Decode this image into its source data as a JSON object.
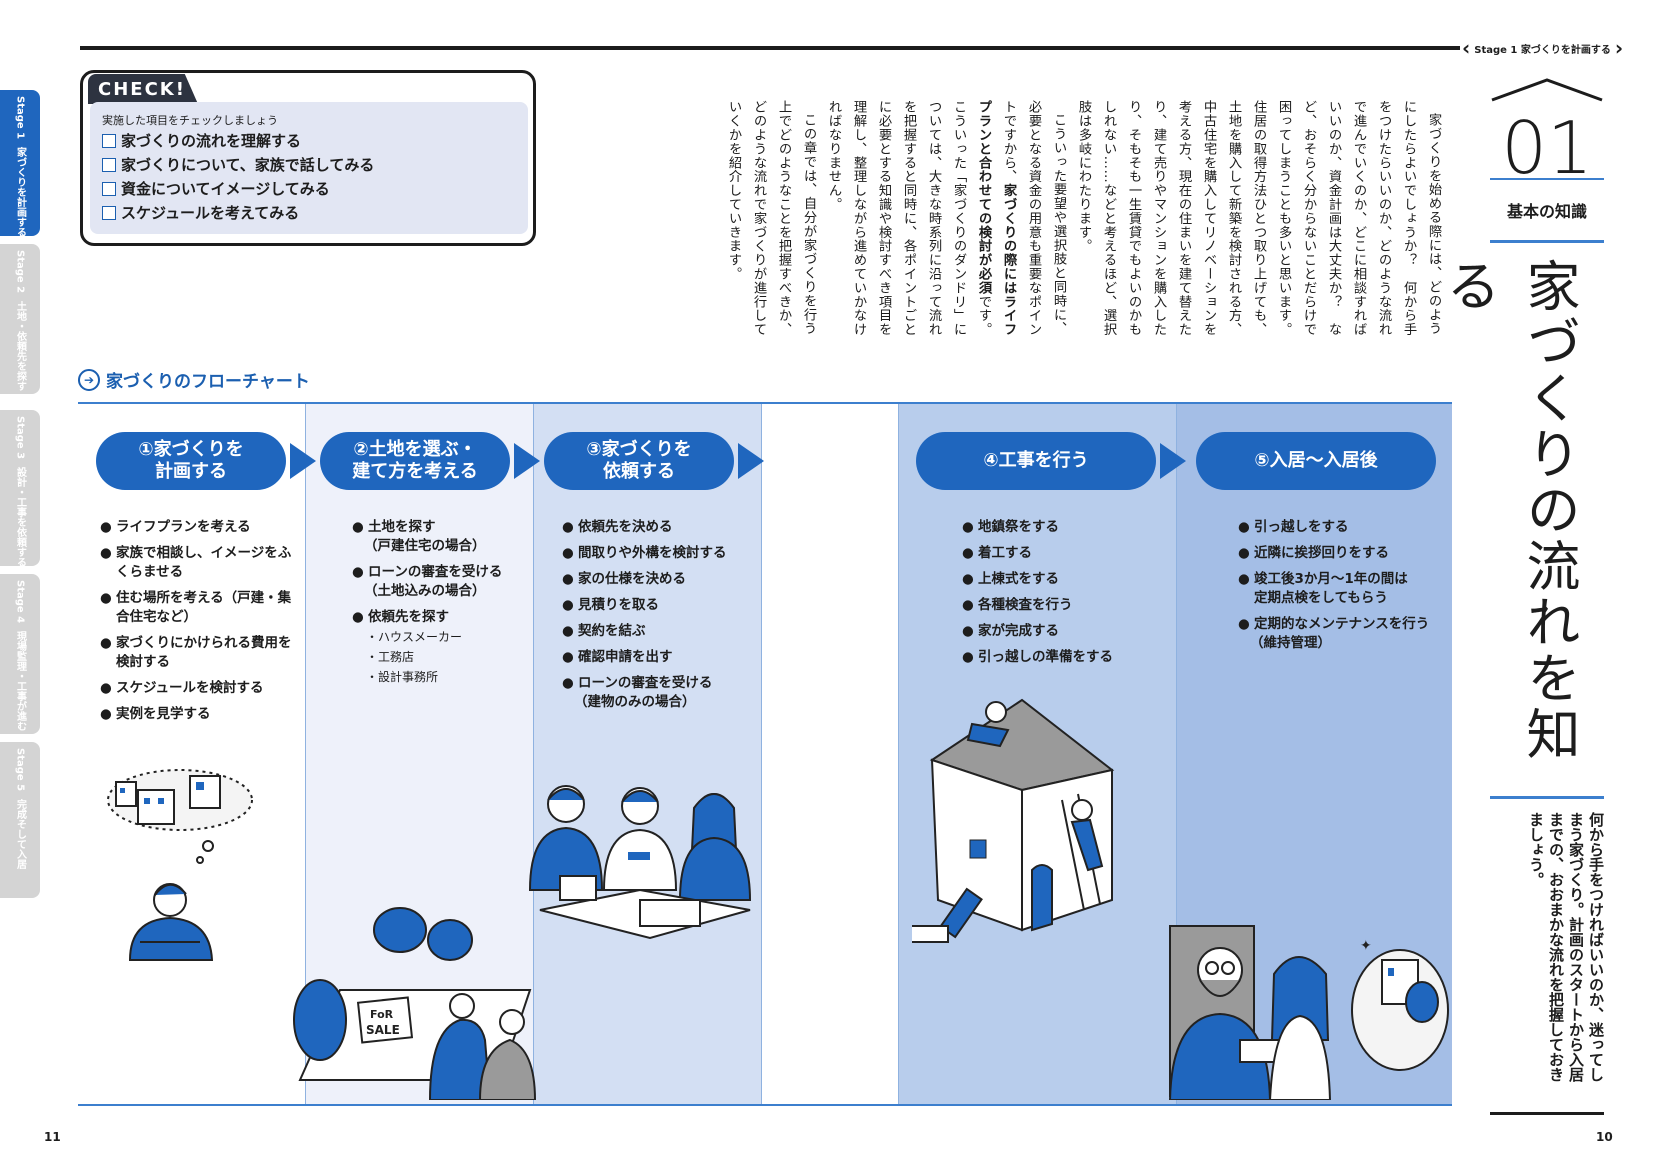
{
  "header": {
    "stage_crumb": "Stage 1 家づくりを計画する"
  },
  "side_tabs": [
    {
      "stage": "Stage 1",
      "label": "家づくりを計画する",
      "active": true
    },
    {
      "stage": "Stage 2",
      "label": "土地・依頼先を探す",
      "active": false
    },
    {
      "stage": "Stage 3",
      "label": "設計・工事を依頼する",
      "active": false
    },
    {
      "stage": "Stage 4",
      "label": "現場監理・工事が進む",
      "active": false
    },
    {
      "stage": "Stage 5",
      "label": "完成そして入居",
      "active": false
    }
  ],
  "check": {
    "tag": "CHECK!",
    "intro": "実施した項目をチェックしましょう",
    "items": [
      "家づくりの流れを理解する",
      "家づくりについて、家族で話してみる",
      "資金についてイメージしてみる",
      "スケジュールを考えてみる"
    ]
  },
  "flowchart": {
    "title": "家づくりのフローチャート",
    "steps": [
      {
        "title_l1": "①家づくりを",
        "title_l2": "計画する",
        "items": [
          "ライフプランを考える",
          "家族で相談し、イメージをふくらませる",
          "住む場所を考える（戸建・集合住宅など）",
          "家づくりにかけられる費用を検討する",
          "スケジュールを検討する",
          "実例を見学する"
        ]
      },
      {
        "title_l1": "②土地を選ぶ・",
        "title_l2": "建て方を考える",
        "items": [
          "土地を探す",
          "（戸建住宅の場合）",
          "ローンの審査を受ける",
          "（土地込みの場合）",
          "依頼先を探す"
        ],
        "subitems": [
          "・ハウスメーカー",
          "・工務店",
          "・設計事務所"
        ]
      },
      {
        "title_l1": "③家づくりを",
        "title_l2": "依頼する",
        "items": [
          "依頼先を決める",
          "間取りや外構を検討する",
          "家の仕様を決める",
          "見積りを取る",
          "契約を結ぶ",
          "確認申請を出す",
          "ローンの審査を受ける",
          "（建物のみの場合）"
        ]
      },
      {
        "title_l1": "④工事を行う",
        "title_l2": "",
        "items": [
          "地鎮祭をする",
          "着工する",
          "上棟式をする",
          "各種検査を行う",
          "家が完成する",
          "引っ越しの準備をする"
        ]
      },
      {
        "title_l1": "⑤入居～入居後",
        "title_l2": "",
        "items": [
          "引っ越しをする",
          "近隣に挨拶回りをする",
          "竣工後3か月～1年の間は",
          "定期点検をしてもらう",
          "定期的なメンテナンスを行う",
          "（維持管理）"
        ]
      }
    ],
    "sale_sign_l1": "FoR",
    "sale_sign_l2": "SALE"
  },
  "body": {
    "p1": "家づくりを始める際には、どのようにしたらよいでしょうか？　何から手をつけたらいいのか、どのような流れで進んでいくのか、どこに相談すればいいのか、資金計画は大丈夫か？　など、おそらく分からないことだらけで困ってしまうことも多いと思います。住居の取得方法ひとつ取り上げても、土地を購入して新築を検討される方、中古住宅を購入してリノベーションを考える方、現在の住まいを建て替えたり、建て売りやマンションを購入したり、そもそも一生賃貸でもよいのかもしれない……などと考えるほど、選択肢は多岐にわたります。",
    "p2_a": "こういった要望や選択肢と同時に、必要となる資金の用意も重要なポイントですから、",
    "p2_b": "家づくりの際にはライフプランと合わせての検討が必須",
    "p2_c": "です。こういった「家づくりのダンドリ」については、大きな時系列に沿って流れを把握すると同時に、各ポイントごとに必要とする知識や検討すべき項目を理解し、整理しながら進めていかなければなりません。",
    "p3": "この章では、自分が家づくりを行う上でどのようなことを把握すべきか、どのような流れで家づくりが進行していくかを紹介していきます。"
  },
  "chapter": {
    "number": "01",
    "section_label": "基本の知識",
    "title": "家づくりの流れを知る",
    "lead": "何から手をつければいいのか、迷ってしまう家づくり。計画のスタートから入居までの、おおまかな流れを把握しておきましょう。"
  },
  "pages": {
    "left": "11",
    "right": "10"
  },
  "colors": {
    "accent": "#1f66be",
    "col2_bg": "#eef1fa",
    "col3_bg": "#d3dff3",
    "col4_bg": "#b8cdec",
    "col5_bg": "#a4bee6",
    "check_bg": "#e2e6f3"
  }
}
